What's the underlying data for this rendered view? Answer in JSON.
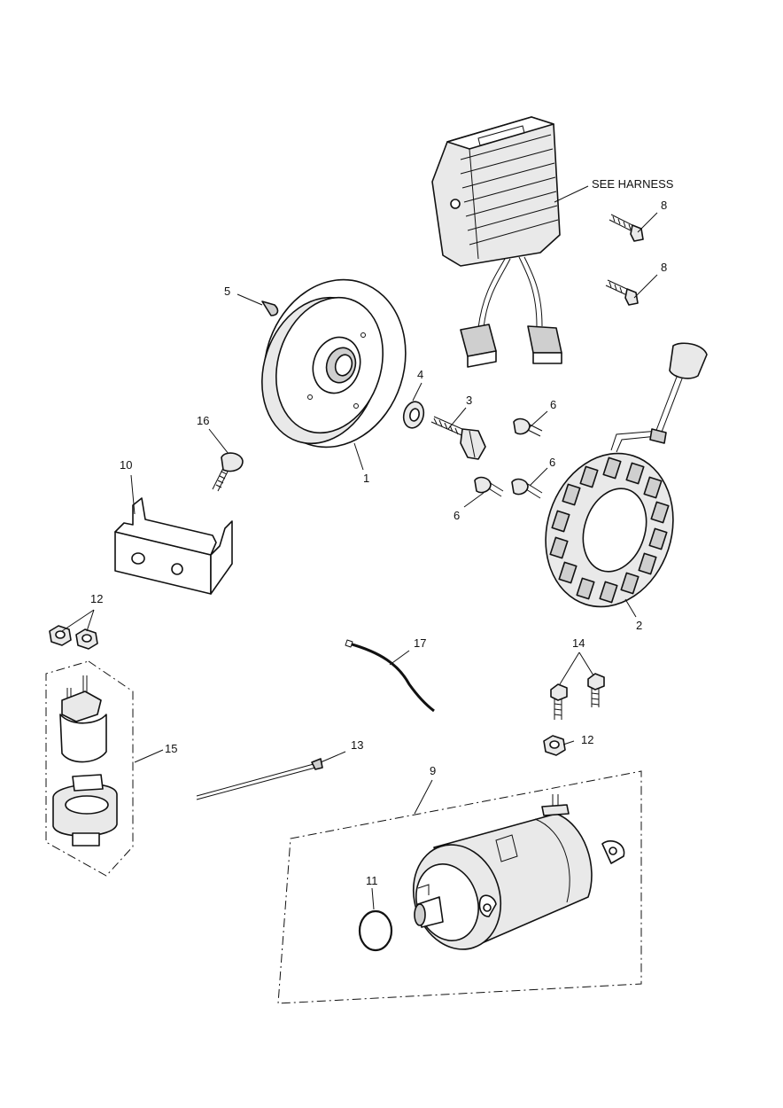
{
  "callouts": {
    "c1": "1",
    "c2": "2",
    "c3": "3",
    "c4": "4",
    "c5": "5",
    "c6a": "6",
    "c6b": "6",
    "c6c": "6",
    "c8a": "8",
    "c8b": "8",
    "c9": "9",
    "c10": "10",
    "c11": "11",
    "c12a": "12",
    "c12b": "12",
    "c13": "13",
    "c14": "14",
    "c15": "15",
    "c16": "16",
    "c17": "17"
  },
  "notes": {
    "see_harness": "SEE HARNESS"
  }
}
